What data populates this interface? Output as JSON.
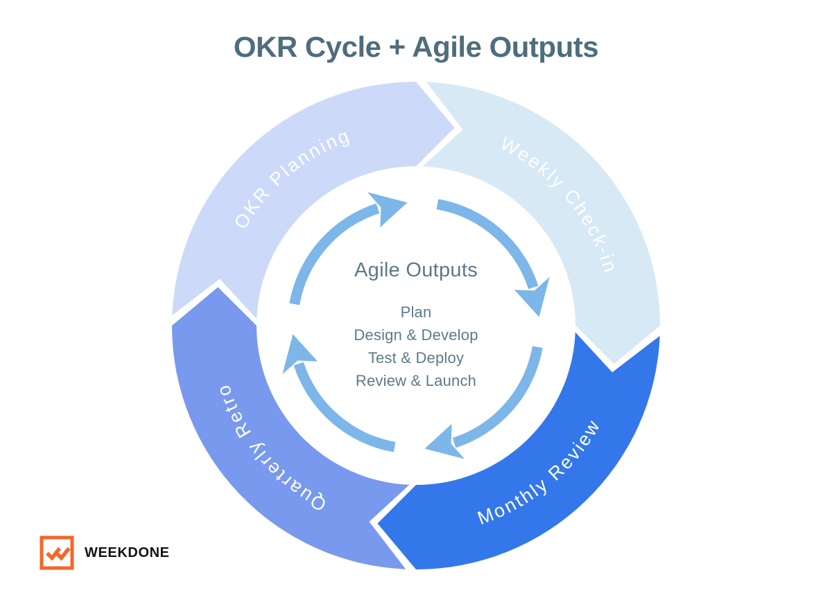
{
  "title": "OKR Cycle + Agile Outputs",
  "colors": {
    "title_text": "#4e6d7d",
    "center_text": "#5b7a89",
    "segment_label_text": "#ffffff"
  },
  "diagram": {
    "segments": [
      {
        "label": "OKR Planning",
        "color": "#ccd9f8"
      },
      {
        "label": "Weekly Check-in",
        "color": "#d7e9f5"
      },
      {
        "label": "Monthly Review",
        "color": "#3377eb"
      },
      {
        "label": "Quarterly Retro",
        "color": "#7899ee"
      }
    ],
    "inner_cycle": {
      "heading": "Agile Outputs",
      "items": [
        "Plan",
        "Design & Develop",
        "Test & Deploy",
        "Review & Launch"
      ],
      "arrow_color": "#7db6e9"
    }
  },
  "logo": {
    "text": "WEEKDONE",
    "icon": "double-checkmark-in-square",
    "color": "#f4672a",
    "text_color": "#131313"
  }
}
